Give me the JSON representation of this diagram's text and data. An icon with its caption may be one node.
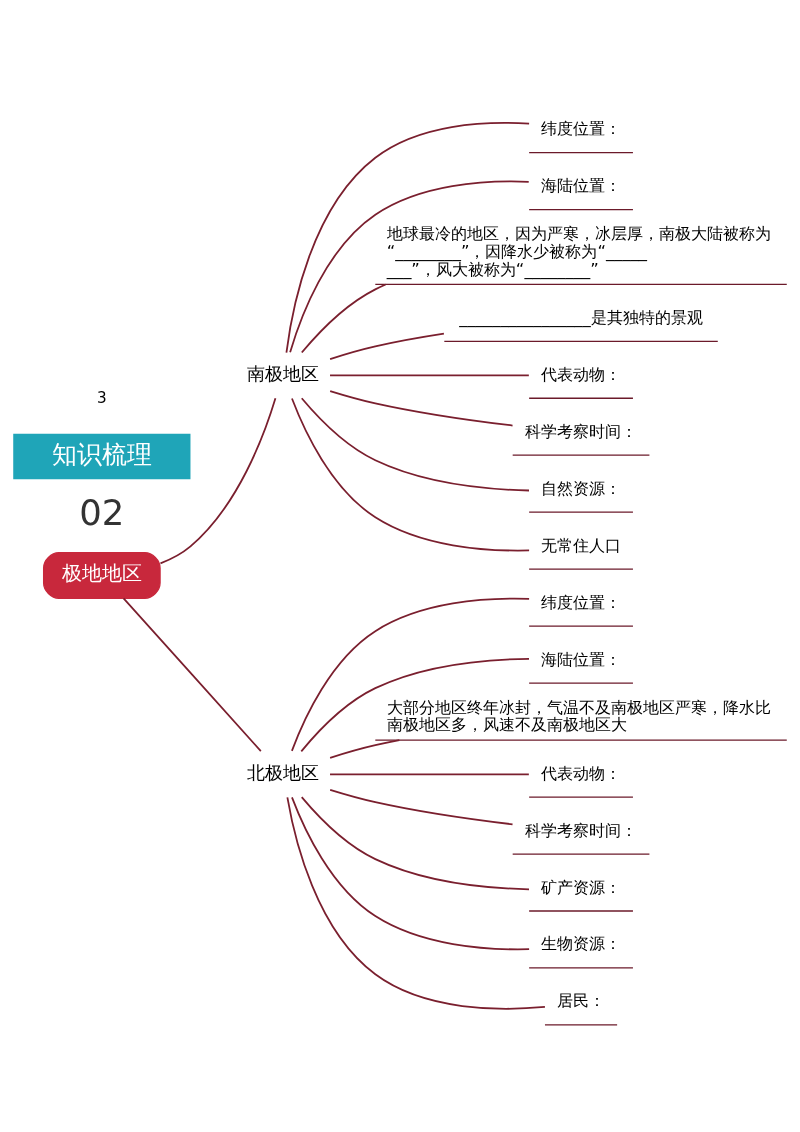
{
  "diagram": {
    "nodes": [
      {
        "text": [
          "极地地区"
        ]
      },
      {
        "text": [
          "南极地区"
        ]
      },
      {
        "text": [
          "纬度位置："
        ]
      },
      {
        "text": [
          "海陆位置："
        ]
      },
      {
        "text": [
          "地球最冷的地区，因为严寒，冰层厚，南极大陆被称为“________”，因降水少被称为“________”，风大被称为“________”"
        ]
      },
      {
        "text": [
          "________________是其独特的景观"
        ]
      },
      {
        "text": [
          "代表动物："
        ]
      },
      {
        "text": [
          "科学考察时间："
        ]
      },
      {
        "text": [
          "自然资源："
        ]
      },
      {
        "text": [
          "无常住人口"
        ]
      },
      {
        "text": [
          "北极地区"
        ]
      },
      {
        "text": [
          "纬度位置："
        ]
      },
      {
        "text": [
          "海陆位置："
        ]
      },
      {
        "text": [
          "大部分地区终年冰封，气温不及南极地区严寒，降水比南极地区多，风速不及南极地区大"
        ]
      },
      {
        "text": [
          "代表动物："
        ]
      },
      {
        "text": [
          "科学考察时间："
        ]
      },
      {
        "text": [
          "矿产资源："
        ]
      },
      {
        "text": [
          "生物资源："
        ]
      },
      {
        "text": [
          "居民："
        ]
      }
    ],
    "edges": [
      {
        "from": 0,
        "to": 1,
        "arrow": "none"
      },
      {
        "from": 1,
        "to": 2,
        "arrow": "none"
      },
      {
        "from": 1,
        "to": 3,
        "arrow": "none"
      },
      {
        "from": 1,
        "to": 4,
        "arrow": "none"
      },
      {
        "from": 1,
        "to": 5,
        "arrow": "none"
      },
      {
        "from": 1,
        "to": 6,
        "arrow": "none"
      },
      {
        "from": 1,
        "to": 7,
        "arrow": "none"
      },
      {
        "from": 1,
        "to": 8,
        "arrow": "none"
      },
      {
        "from": 1,
        "to": 9,
        "arrow": "none"
      },
      {
        "from": 0,
        "to": 10,
        "arrow": "none"
      },
      {
        "from": 10,
        "to": 11,
        "arrow": "none"
      },
      {
        "from": 10,
        "to": 12,
        "arrow": "none"
      },
      {
        "from": 10,
        "to": 13,
        "arrow": "none"
      },
      {
        "from": 10,
        "to": 14,
        "arrow": "none"
      },
      {
        "from": 10,
        "to": 15,
        "arrow": "none"
      },
      {
        "from": 10,
        "to": 16,
        "arrow": "none"
      },
      {
        "from": 10,
        "to": 17,
        "arrow": "none"
      },
      {
        "from": 10,
        "to": 18,
        "arrow": "none"
      }
    ],
    "labels": [
      "02",
      "知识梳理",
      "3"
    ]
  }
}
